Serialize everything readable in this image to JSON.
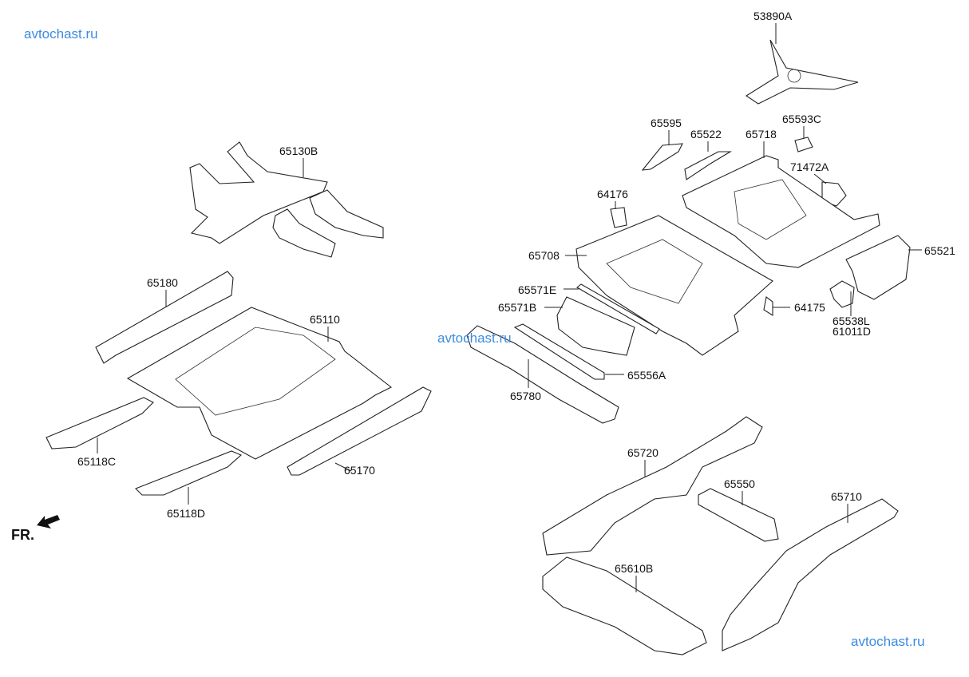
{
  "watermark": "avtochast.ru",
  "orientation": {
    "label": "FR.",
    "icon": "arrow-front-left-icon"
  },
  "part_numbers": {
    "p53890A": "53890A",
    "p65595": "65595",
    "p65522": "65522",
    "p65718": "65718",
    "p65593C": "65593C",
    "p71472A": "71472A",
    "p64176": "64176",
    "p65130B": "65130B",
    "p65708": "65708",
    "p65521": "65521",
    "p65571E": "65571E",
    "p65571B": "65571B",
    "p64175": "64175",
    "p65538L": "65538L",
    "p61011D": "61011D",
    "p65180": "65180",
    "p65110": "65110",
    "p65556A": "65556A",
    "p65780": "65780",
    "p65118C": "65118C",
    "p65170": "65170",
    "p65118D": "65118D",
    "p65720": "65720",
    "p65550": "65550",
    "p65710": "65710",
    "p65610B": "65610B"
  }
}
